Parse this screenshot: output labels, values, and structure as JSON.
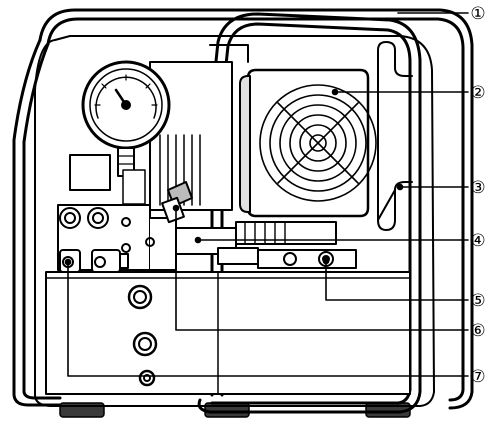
{
  "callouts": [
    {
      "id": 1,
      "label": "①"
    },
    {
      "id": 2,
      "label": "②"
    },
    {
      "id": 3,
      "label": "③"
    },
    {
      "id": 4,
      "label": "④"
    },
    {
      "id": 5,
      "label": "⑤"
    },
    {
      "id": 6,
      "label": "⑥"
    },
    {
      "id": 7,
      "label": "⑦"
    }
  ],
  "gauge_icon": "pressure-gauge-icon",
  "fan_icon": "fan-grille-icon",
  "colors": {
    "line": "#000000",
    "background": "#ffffff",
    "shade": "#d8d8d8"
  }
}
